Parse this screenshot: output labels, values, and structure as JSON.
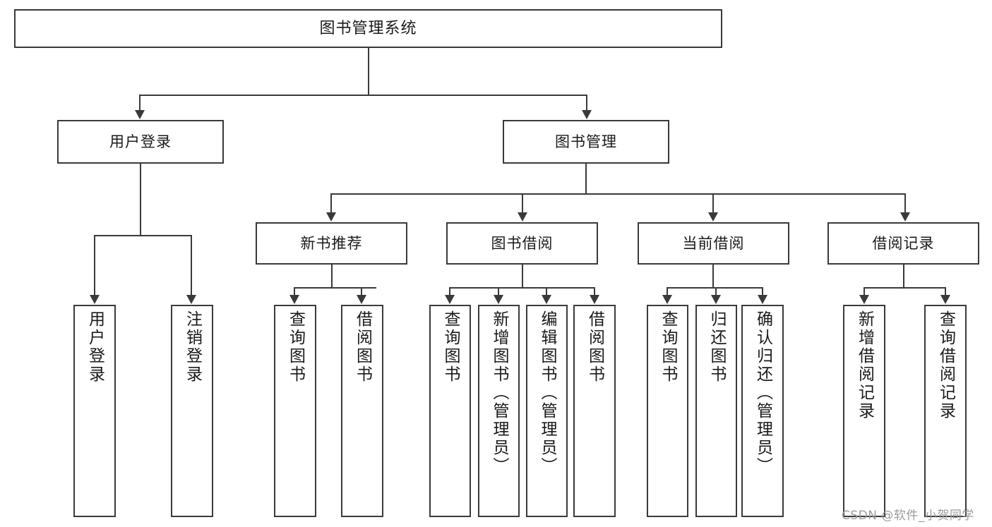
{
  "diagram": {
    "type": "tree",
    "title": "图书管理系统",
    "watermark": "CSDN @软件_小贺同学",
    "colors": {
      "border": "#3a3a3a",
      "background": "#ffffff",
      "text": "#1a1a1a",
      "watermark": "#9b9b9b"
    },
    "levels": {
      "root": {
        "label": "图书管理系统"
      },
      "level2": [
        {
          "label": "用户登录"
        },
        {
          "label": "图书管理"
        }
      ],
      "level3": [
        {
          "label": "新书推荐"
        },
        {
          "label": "图书借阅"
        },
        {
          "label": "当前借阅"
        },
        {
          "label": "借阅记录"
        }
      ],
      "leaves": {
        "user_login": [
          {
            "label": "用户登录"
          },
          {
            "label": "注销登录"
          }
        ],
        "new_book": [
          {
            "label": "查询图书"
          },
          {
            "label": "借阅图书"
          }
        ],
        "book_borrow": [
          {
            "label": "查询图书"
          },
          {
            "label": "新增图书（管理员）"
          },
          {
            "label": "编辑图书（管理员）"
          },
          {
            "label": "借阅图书"
          }
        ],
        "current_borrow": [
          {
            "label": "查询图书"
          },
          {
            "label": "归还图书"
          },
          {
            "label": "确认归还（管理员）"
          }
        ],
        "borrow_record": [
          {
            "label": "新增借阅记录"
          },
          {
            "label": "查询借阅记录"
          }
        ]
      }
    }
  }
}
